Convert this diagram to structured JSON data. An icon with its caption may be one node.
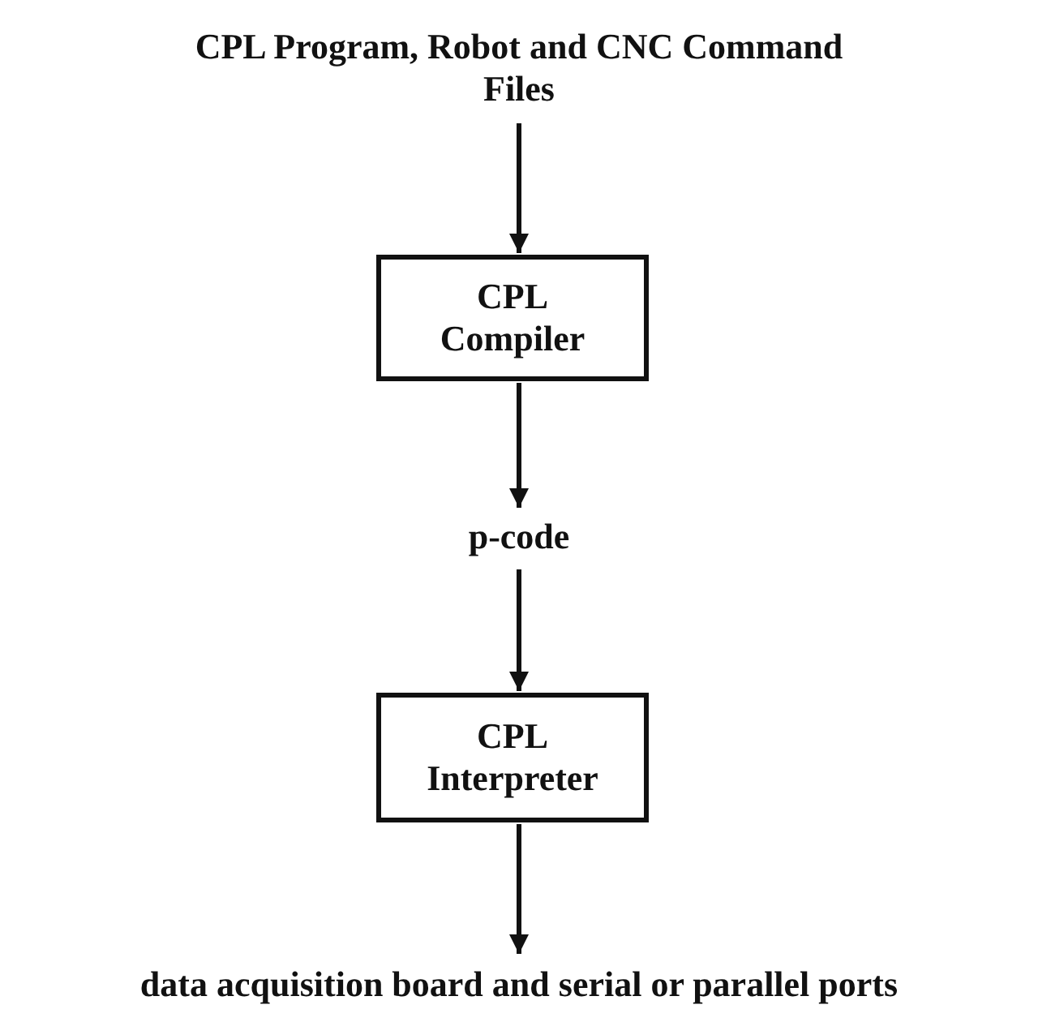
{
  "diagram": {
    "nodes": [
      {
        "text": [
          "CPL Program, Robot and CNC Command Files"
        ]
      },
      {
        "text": [
          "CPL Compiler"
        ]
      },
      {
        "text": [
          "p-code"
        ]
      },
      {
        "text": [
          "CPL Interpreter"
        ]
      },
      {
        "text": [
          "data acquisition board and serial or parallel ports"
        ]
      }
    ],
    "edges": [
      {
        "from": 0,
        "to": 1,
        "arrow": "to"
      },
      {
        "from": 1,
        "to": 2,
        "arrow": "to"
      },
      {
        "from": 2,
        "to": 3,
        "arrow": "to"
      },
      {
        "from": 3,
        "to": 4,
        "arrow": "to"
      }
    ]
  }
}
